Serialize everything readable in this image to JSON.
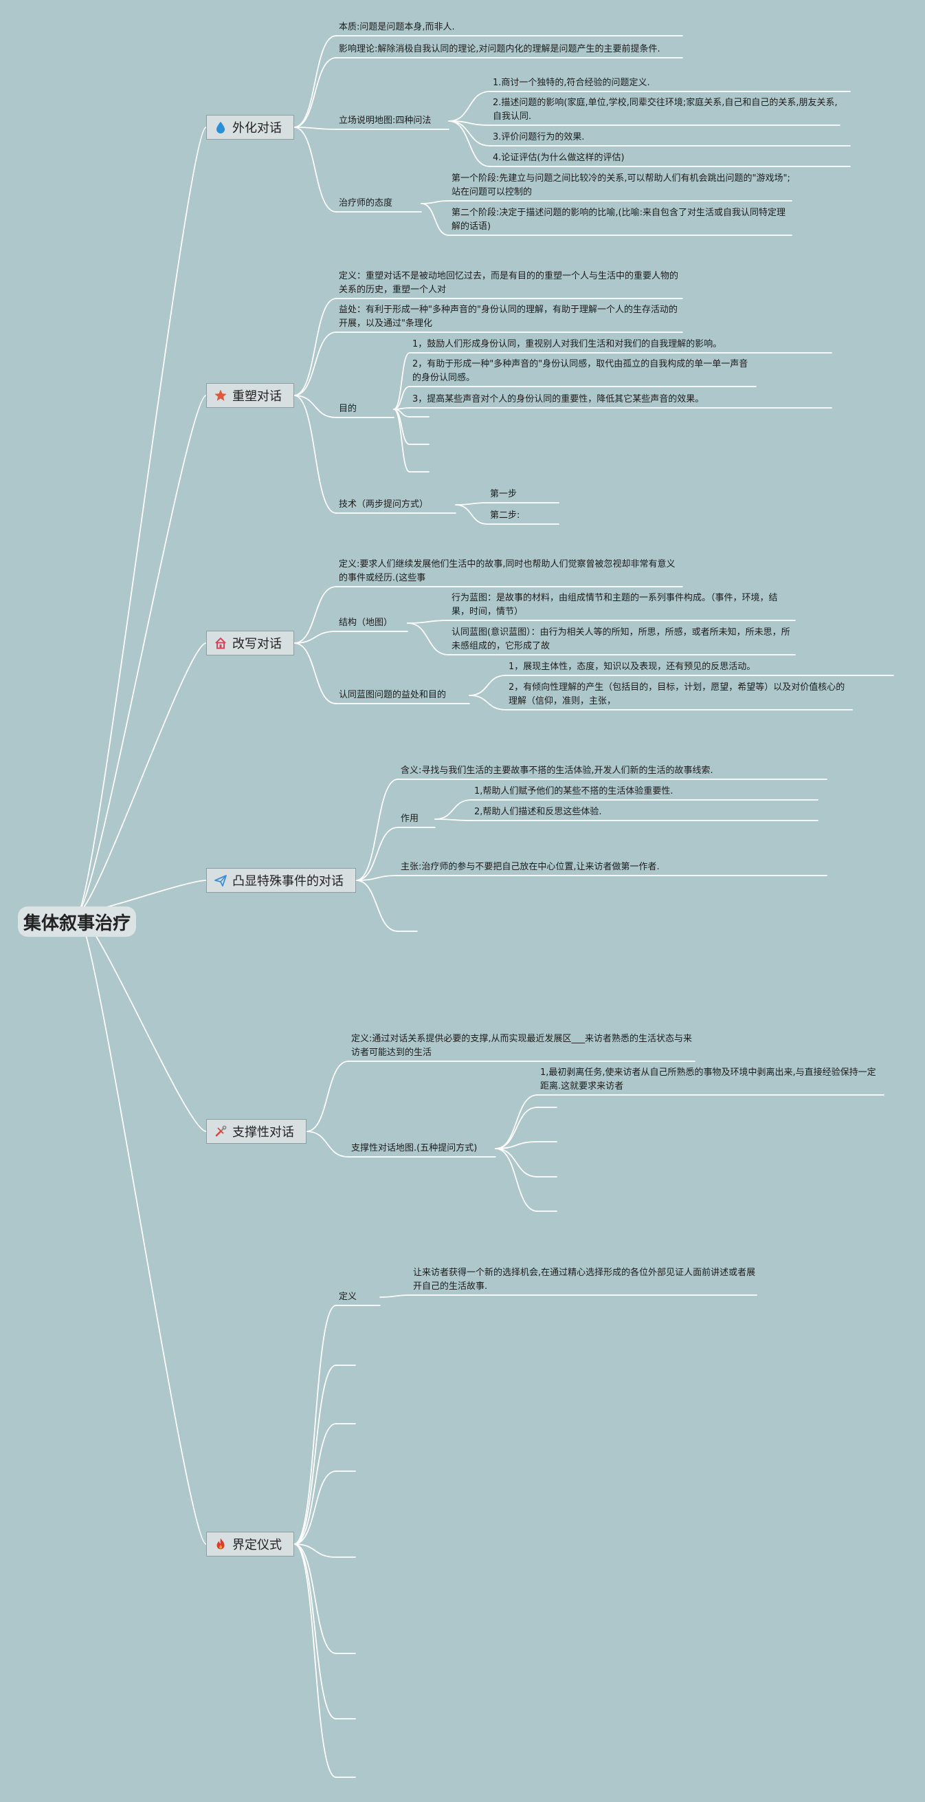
{
  "root": {
    "label": "集体叙事治疗"
  },
  "branches": [
    {
      "id": "b1",
      "label": "外化对话",
      "icon": "water-drop-icon",
      "icon_color": "#2a8fd9",
      "children": [
        {
          "id": "b1c1",
          "text": "本质:问题是问题本身,而非人."
        },
        {
          "id": "b1c2",
          "text": "影响理论:解除消极自我认同的理论,对问题内化的理解是问题产生的主要前提条件."
        },
        {
          "id": "b1c3",
          "text": "立场说明地图:四种问法",
          "children": [
            {
              "id": "b1c3a",
              "text": "1.商讨一个独特的,符合经验的问题定义."
            },
            {
              "id": "b1c3b",
              "text": "2.描述问题的影响(家庭,单位,学校,同辈交往环境;家庭关系,自己和自己的关系,朋友关系,自我认同."
            },
            {
              "id": "b1c3c",
              "text": "3.评价问题行为的效果."
            },
            {
              "id": "b1c3d",
              "text": "4.论证评估(为什么做这样的评估)"
            }
          ]
        },
        {
          "id": "b1c4",
          "text": "治疗师的态度",
          "children": [
            {
              "id": "b1c4a",
              "text": "第一个阶段:先建立与问题之间比较冷的关系,可以帮助人们有机会跳出问题的\"游戏场\";站在问题可以控制的"
            },
            {
              "id": "b1c4b",
              "text": "第二个阶段:决定于描述问题的影响的比喻,(比喻:来自包含了对生活或自我认同特定理解的话语)"
            }
          ]
        }
      ]
    },
    {
      "id": "b2",
      "label": "重塑对话",
      "icon": "star-icon",
      "icon_color": "#e0573b",
      "children": [
        {
          "id": "b2c1",
          "text": "定义：重塑对话不是被动地回忆过去，而是有目的的重塑一个人与生活中的重要人物的关系的历史，重塑一个人对"
        },
        {
          "id": "b2c2",
          "text": "益处：有利于形成一种\"多种声音的\"身份认同的理解，有助于理解一个人的生存活动的开展，以及通过\"条理化"
        },
        {
          "id": "b2c3",
          "text": "目的",
          "children": [
            {
              "id": "b2c3a",
              "text": "1，鼓励人们形成身份认同，重视别人对我们生活和对我们的自我理解的影响。"
            },
            {
              "id": "b2c3b",
              "text": "2，有助于形成一种\"多种声音的\"身份认同感，取代由孤立的自我构成的单一单一声音的身份认同感。"
            },
            {
              "id": "b2c3c",
              "text": "3，提高某些声音对个人的身份认同的重要性，降低其它某些声音的效果。"
            },
            {
              "id": "b2c3d",
              "text": ""
            },
            {
              "id": "b2c3e",
              "text": ""
            },
            {
              "id": "b2c3f",
              "text": ""
            }
          ]
        },
        {
          "id": "b2c4",
          "text": "技术（两步提问方式）",
          "children": [
            {
              "id": "b2c4a",
              "text": "第一步"
            },
            {
              "id": "b2c4b",
              "text": "第二步:"
            }
          ]
        }
      ]
    },
    {
      "id": "b3",
      "label": "改写对话",
      "icon": "house-icon",
      "icon_color": "#d9435b",
      "children": [
        {
          "id": "b3c1",
          "text": "定义:要求人们继续发展他们生活中的故事,同时也帮助人们觉察曾被忽视却非常有意义的事件或经历.(这些事"
        },
        {
          "id": "b3c2",
          "text": "结构（地图）",
          "children": [
            {
              "id": "b3c2a",
              "text": "行为蓝图：是故事的材料，由组成情节和主题的一系列事件构成。（事件，环境，结果，时间，情节）"
            },
            {
              "id": "b3c2b",
              "text": "认同蓝图(意识蓝图）：由行为相关人等的所知，所思，所感，或者所未知，所未思，所未感组成的，它形成了故"
            }
          ]
        },
        {
          "id": "b3c3",
          "text": "认同蓝图问题的益处和目的",
          "children": [
            {
              "id": "b3c3a",
              "text": "1，展现主体性，态度，知识以及表现，还有预见的反思活动。"
            },
            {
              "id": "b3c3b",
              "text": "2，有倾向性理解的产生（包括目的，目标，计划，愿望，希望等）以及对价值核心的理解（信仰，准则，主张，"
            }
          ]
        }
      ]
    },
    {
      "id": "b4",
      "label": "凸显特殊事件的对话",
      "icon": "paper-plane-icon",
      "icon_color": "#3a8fd6",
      "children": [
        {
          "id": "b4c1",
          "text": "含义:寻找与我们生活的主要故事不搭的生活体验,开发人们新的生活的故事线索."
        },
        {
          "id": "b4c2",
          "text": "作用",
          "children": [
            {
              "id": "b4c2a",
              "text": "1,帮助人们赋予他们的某些不搭的生活体验重要性."
            },
            {
              "id": "b4c2b",
              "text": "2,帮助人们描述和反思这些体验."
            }
          ]
        },
        {
          "id": "b4c3",
          "text": "主张:治疗师的参与不要把自己放在中心位置,让来访者做第一作者."
        },
        {
          "id": "b4c4",
          "text": ""
        }
      ]
    },
    {
      "id": "b5",
      "label": "支撑性对话",
      "icon": "tools-icon",
      "icon_color": "#d8453e",
      "children": [
        {
          "id": "b5c1",
          "text": "定义:通过对话关系提供必要的支撑,从而实现最近发展区___来访者熟悉的生活状态与来访者可能达到的生活"
        },
        {
          "id": "b5c2",
          "text": "支撑性对话地图.(五种提问方式)",
          "children": [
            {
              "id": "b5c2a",
              "text": "1,最初剥离任务,使来访者从自己所熟悉的事物及环境中剥离出来,与直接经验保持一定距离.这就要求来访者"
            },
            {
              "id": "b5c2b",
              "text": ""
            },
            {
              "id": "b5c2c",
              "text": ""
            },
            {
              "id": "b5c2d",
              "text": ""
            },
            {
              "id": "b5c2e",
              "text": ""
            }
          ]
        }
      ]
    },
    {
      "id": "b6",
      "label": "界定仪式",
      "icon": "flame-icon",
      "icon_color": "#e03a2a",
      "children": [
        {
          "id": "b6c1",
          "text": "定义",
          "children": [
            {
              "id": "b6c1a",
              "text": "让来访者获得一个新的选择机会,在通过精心选择形成的各位外部见证人面前讲述或者展开自己的生活故事."
            }
          ]
        },
        {
          "id": "b6c2",
          "text": ""
        },
        {
          "id": "b6c3",
          "text": ""
        },
        {
          "id": "b6c4",
          "text": ""
        },
        {
          "id": "b6c5",
          "text": ""
        },
        {
          "id": "b6c6",
          "text": ""
        },
        {
          "id": "b6c7",
          "text": ""
        },
        {
          "id": "b6c8",
          "text": ""
        }
      ]
    }
  ]
}
